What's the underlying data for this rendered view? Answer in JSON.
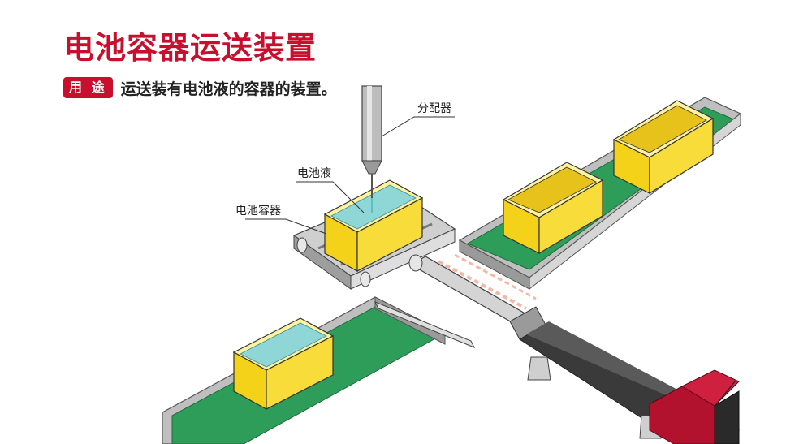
{
  "title": "电池容器运送装置",
  "usage": {
    "badge": "用 途",
    "text": "运送装有电池液的容器的装置。"
  },
  "labels": {
    "dispenser": "分配器",
    "electrolyte": "电池液",
    "container": "电池容器"
  },
  "colors": {
    "title": "#c8102e",
    "container": "#f5d21a",
    "belt": "#2e9d5a",
    "liquid": "#8fd6d6",
    "actuator_accent": "#b3122e"
  }
}
